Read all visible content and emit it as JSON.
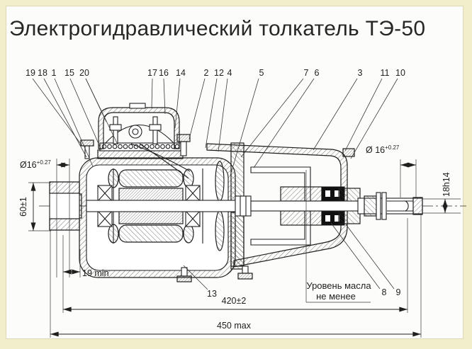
{
  "title": "Электрогидравлический толкатель ТЭ-50",
  "colors": {
    "frame": "#f2edca",
    "panel": "#fcfcfa",
    "ink": "#1f1f1f"
  },
  "callouts": {
    "top": [
      {
        "n": "19"
      },
      {
        "n": "18"
      },
      {
        "n": "1"
      },
      {
        "n": "15"
      },
      {
        "n": "20"
      },
      {
        "n": "17"
      },
      {
        "n": "16"
      },
      {
        "n": "14"
      },
      {
        "n": "2"
      },
      {
        "n": "12"
      },
      {
        "n": "4"
      },
      {
        "n": "5"
      },
      {
        "n": "7"
      },
      {
        "n": "6"
      },
      {
        "n": "3"
      },
      {
        "n": "11"
      },
      {
        "n": "10"
      }
    ],
    "bottom": [
      {
        "n": "13"
      },
      {
        "n": "8"
      },
      {
        "n": "9"
      }
    ]
  },
  "dimensions": {
    "fork_dia": {
      "symbol": "Ø16",
      "sup": "+0.27"
    },
    "rod_dia": {
      "symbol": "Ø 16",
      "sup": "+0.27"
    },
    "fork_height": "60±1",
    "min_travel": "19 min",
    "length_mid": "420±2",
    "length_max": "450 max",
    "rod_height": "18h14"
  },
  "notes": {
    "oil_level_line1": "Уровень масла",
    "oil_level_line2": "не менее"
  }
}
